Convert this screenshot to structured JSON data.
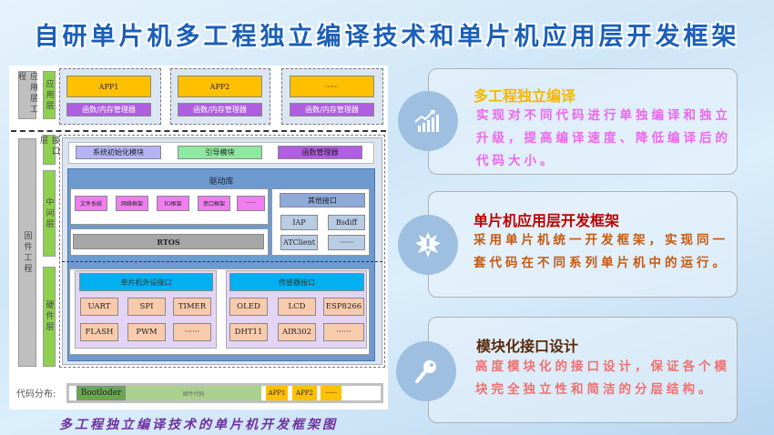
{
  "title": "自研单片机多工程独立编译技术和单片机应用层开发框架",
  "diagram": {
    "left_labels": {
      "app_project": "应用层工程",
      "app_layer": "应用层",
      "firmware_project": "固件工程",
      "interface_layer": "接口层",
      "middle_layer": "中间层",
      "hardware_layer": "硬件层"
    },
    "apps": [
      {
        "name": "APP1",
        "manager": "函数/内存管理器"
      },
      {
        "name": "APP2",
        "manager": "函数/内存管理器"
      },
      {
        "name": "······",
        "manager": "函数/内存管理器"
      }
    ],
    "interface": [
      "系统初始化模块",
      "引导模块",
      "函数管理器"
    ],
    "driver_lib": "驱动库",
    "middleware": [
      "文件系统",
      "网络框架",
      "IO框架",
      "串口框架",
      "······"
    ],
    "rtos": "RTOS",
    "other_if": {
      "title": "其他接口",
      "items": [
        "IAP",
        "Bsdiff",
        "ATClient",
        "······"
      ]
    },
    "mcu_periph": {
      "title": "单片机外设接口",
      "items": [
        "UART",
        "SPI",
        "TIMER",
        "FLASH",
        "PWM",
        "······"
      ]
    },
    "sensor": {
      "title": "传感器接口",
      "items": [
        "OLED",
        "LCD",
        "ESP8266",
        "DHT11",
        "AIR302",
        "······"
      ]
    },
    "code_dist": {
      "label": "代码分布:",
      "segments": [
        "Bootloder",
        "固件代码",
        "APP1",
        "APP2",
        "······"
      ]
    },
    "caption": "多工程独立编译技术的单片机开发框架图"
  },
  "cards": [
    {
      "title": "多工程独立编译",
      "body": "实现对不同代码进行单独编译和独立升级，提高编译速度、降低编译后的代码大小。",
      "icon": "chart-growth-icon",
      "title_color": "#f5b800",
      "body_color": "#ee66ee"
    },
    {
      "title": "单片机应用层开发框架",
      "body": "采用单片机统一开发框架，实现同一套代码在不同系列单片机中的运行。",
      "icon": "alert-burst-icon",
      "title_color": "#c00000",
      "body_color": "#c55a11"
    },
    {
      "title": "模块化接口设计",
      "body": "高度模块化的接口设计，保证各个模块完全独立性和简洁的分层结构。",
      "icon": "key-icon",
      "title_color": "#5a2a0a",
      "body_color": "#f07070"
    }
  ]
}
